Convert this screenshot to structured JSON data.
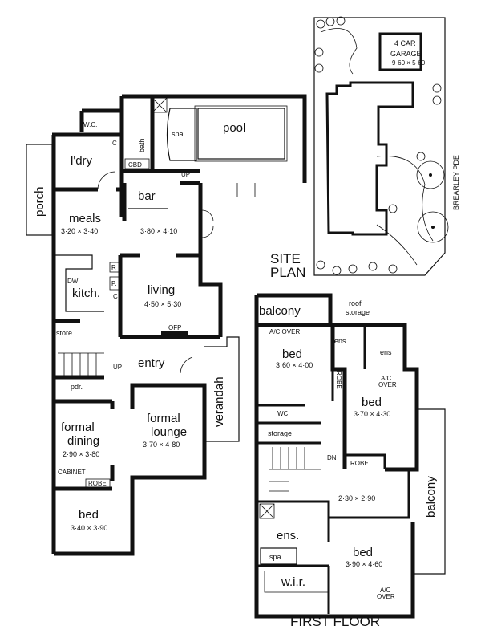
{
  "ground_floor": {
    "rooms": {
      "wc": "W.C.",
      "bath": "bath",
      "cbd": "CBD",
      "spa": "spa",
      "pool": "pool",
      "up_pool": "UP",
      "laundry": "l'dry",
      "porch": "porch",
      "bar": "bar",
      "meals": "meals",
      "meals_dim": "3·20 × 3·40",
      "family_dim": "3·80 × 4·10",
      "kitchen": "kitch.",
      "dw": "DW",
      "r": "R",
      "p": "P.",
      "c": "C",
      "c2": "C",
      "living": "living",
      "living_dim": "4·50 × 5·30",
      "ofp": "OFP",
      "store": "store",
      "up_stairs": "UP",
      "entry": "entry",
      "powder": "pdr.",
      "formal_dining": "formal dining",
      "formal_dining_l1": "formal",
      "formal_dining_l2": "dining",
      "formal_dining_dim": "2·90 × 3·80",
      "formal_lounge_l1": "formal",
      "formal_lounge_l2": "lounge",
      "formal_lounge_dim": "3·70 × 4·80",
      "verandah": "verandah",
      "cabinet": "CABINET",
      "robe": "ROBE",
      "bed": "bed",
      "bed_dim": "3·40 × 3·90"
    }
  },
  "site_plan": {
    "label_l1": "SITE",
    "label_l2": "PLAN",
    "garage_l1": "4 CAR",
    "garage_l2": "GARAGE",
    "garage_dim": "9·60 × 5·60",
    "street": "BREARLEY PDE"
  },
  "first_floor": {
    "title": "FIRST FLOOR",
    "rooms": {
      "balcony_top": "balcony",
      "roof_storage_l1": "roof",
      "roof_storage_l2": "storage",
      "ac_over_1": "A/C OVER",
      "bed1": "bed",
      "bed1_dim": "3·60 × 4·00",
      "ens1": "ens",
      "ens2": "ens",
      "ac_over_2_l1": "A/C",
      "ac_over_2_l2": "OVER",
      "robe1": "ROBE",
      "bed2": "bed",
      "bed2_dim": "3·70 × 4·30",
      "wc": "WC.",
      "storage": "storage",
      "dn": "DN",
      "robe2": "ROBE",
      "landing_dim": "2·30 × 2·90",
      "balcony_right": "balcony",
      "ens3": "ens.",
      "spa": "spa",
      "wir": "w.i.r.",
      "bed3": "bed",
      "bed3_dim": "3·90 × 4·60",
      "ac_over_3_l1": "A/C",
      "ac_over_3_l2": "OVER"
    }
  }
}
